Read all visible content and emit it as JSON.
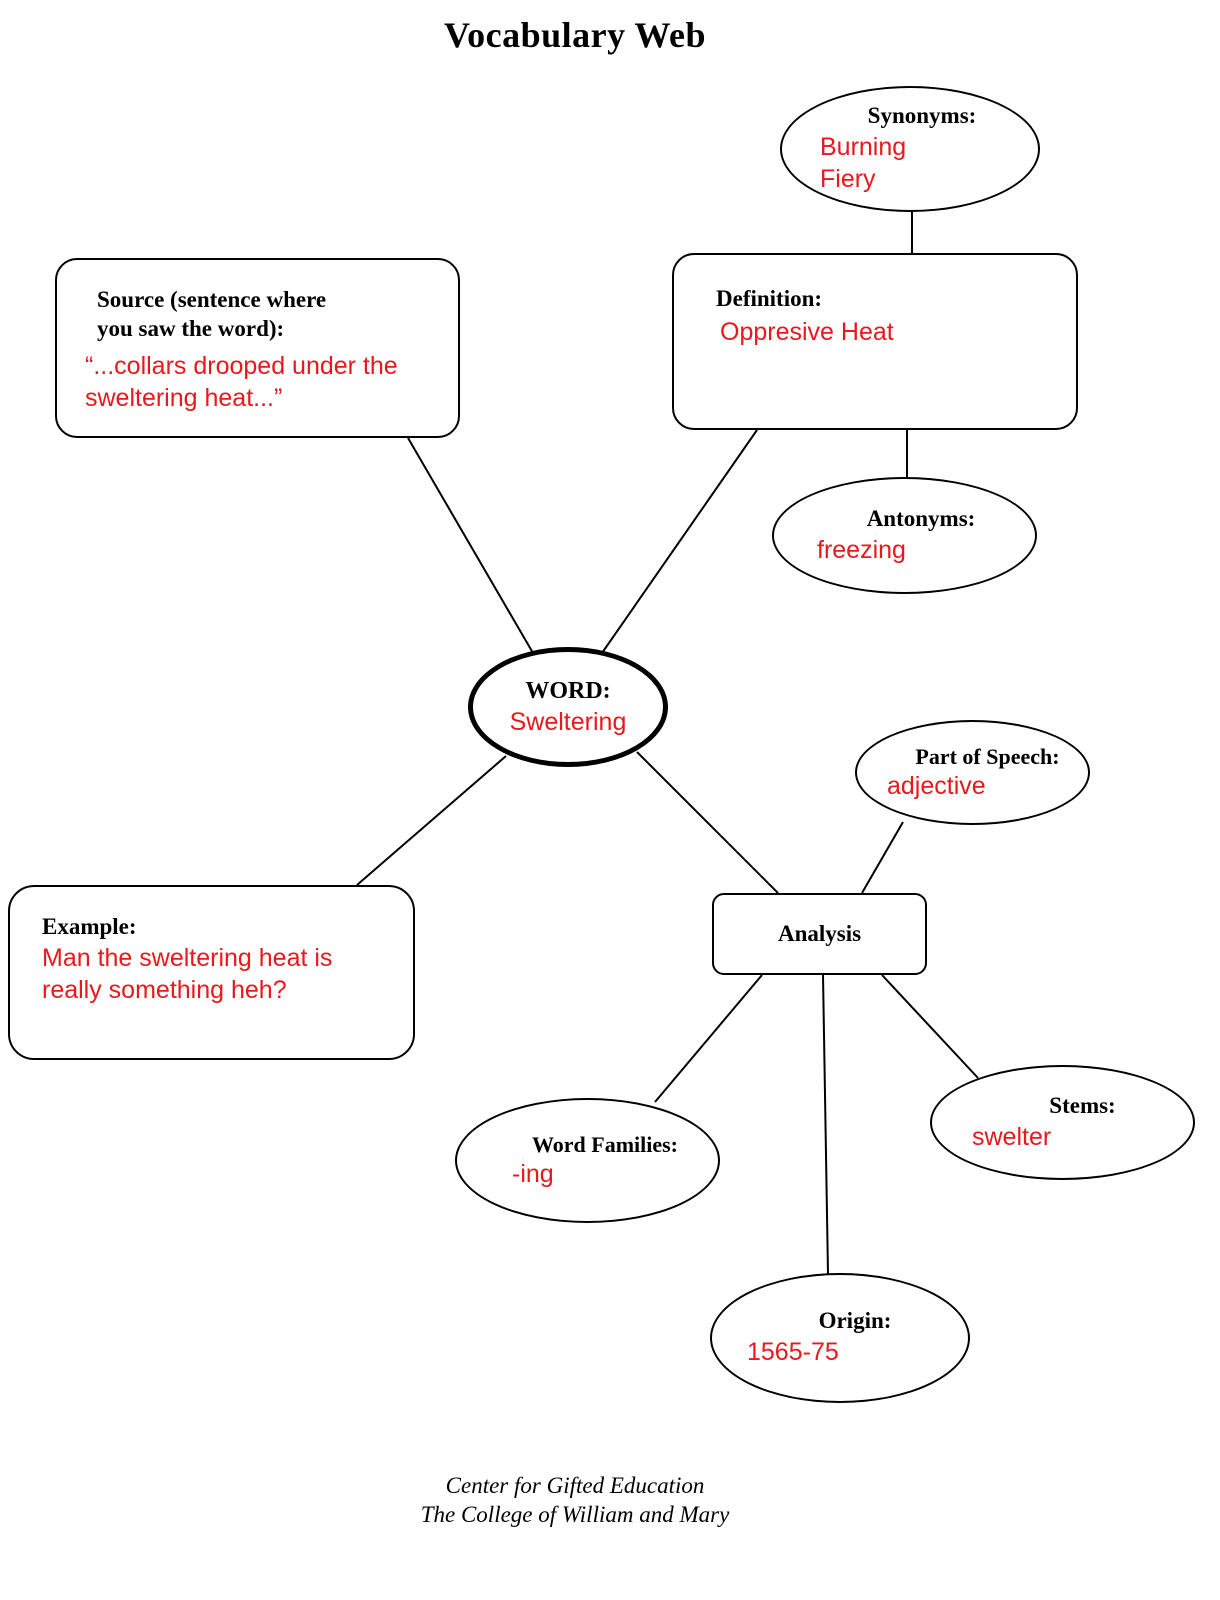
{
  "title": "Vocabulary Web",
  "colors": {
    "value_red": "#e8191c",
    "outline_black": "#000000"
  },
  "nodes": {
    "synonyms": {
      "label": "Synonyms:",
      "values": [
        "Burning",
        "Fiery"
      ]
    },
    "definition": {
      "label": "Definition:",
      "value": "Oppresive Heat"
    },
    "antonyms": {
      "label": "Antonyms:",
      "value": "freezing"
    },
    "source": {
      "label_lines": [
        "Source (sentence where",
        "you saw the word):"
      ],
      "value_lines": [
        "“...collars drooped under the",
        "sweltering heat...”"
      ]
    },
    "word": {
      "label": "WORD:",
      "value": "Sweltering"
    },
    "part_of_speech": {
      "label": "Part of Speech:",
      "value": "adjective"
    },
    "analysis": {
      "label": "Analysis"
    },
    "example": {
      "label": "Example:",
      "value_lines": [
        "Man the sweltering heat is",
        "really something heh?"
      ]
    },
    "word_families": {
      "label": "Word Families:",
      "value": "-ing"
    },
    "stems": {
      "label": "Stems:",
      "value": "swelter"
    },
    "origin": {
      "label": "Origin:",
      "value": "1565-75"
    }
  },
  "footer": {
    "line1": "Center for Gifted Education",
    "line2": "The College of William and Mary"
  }
}
